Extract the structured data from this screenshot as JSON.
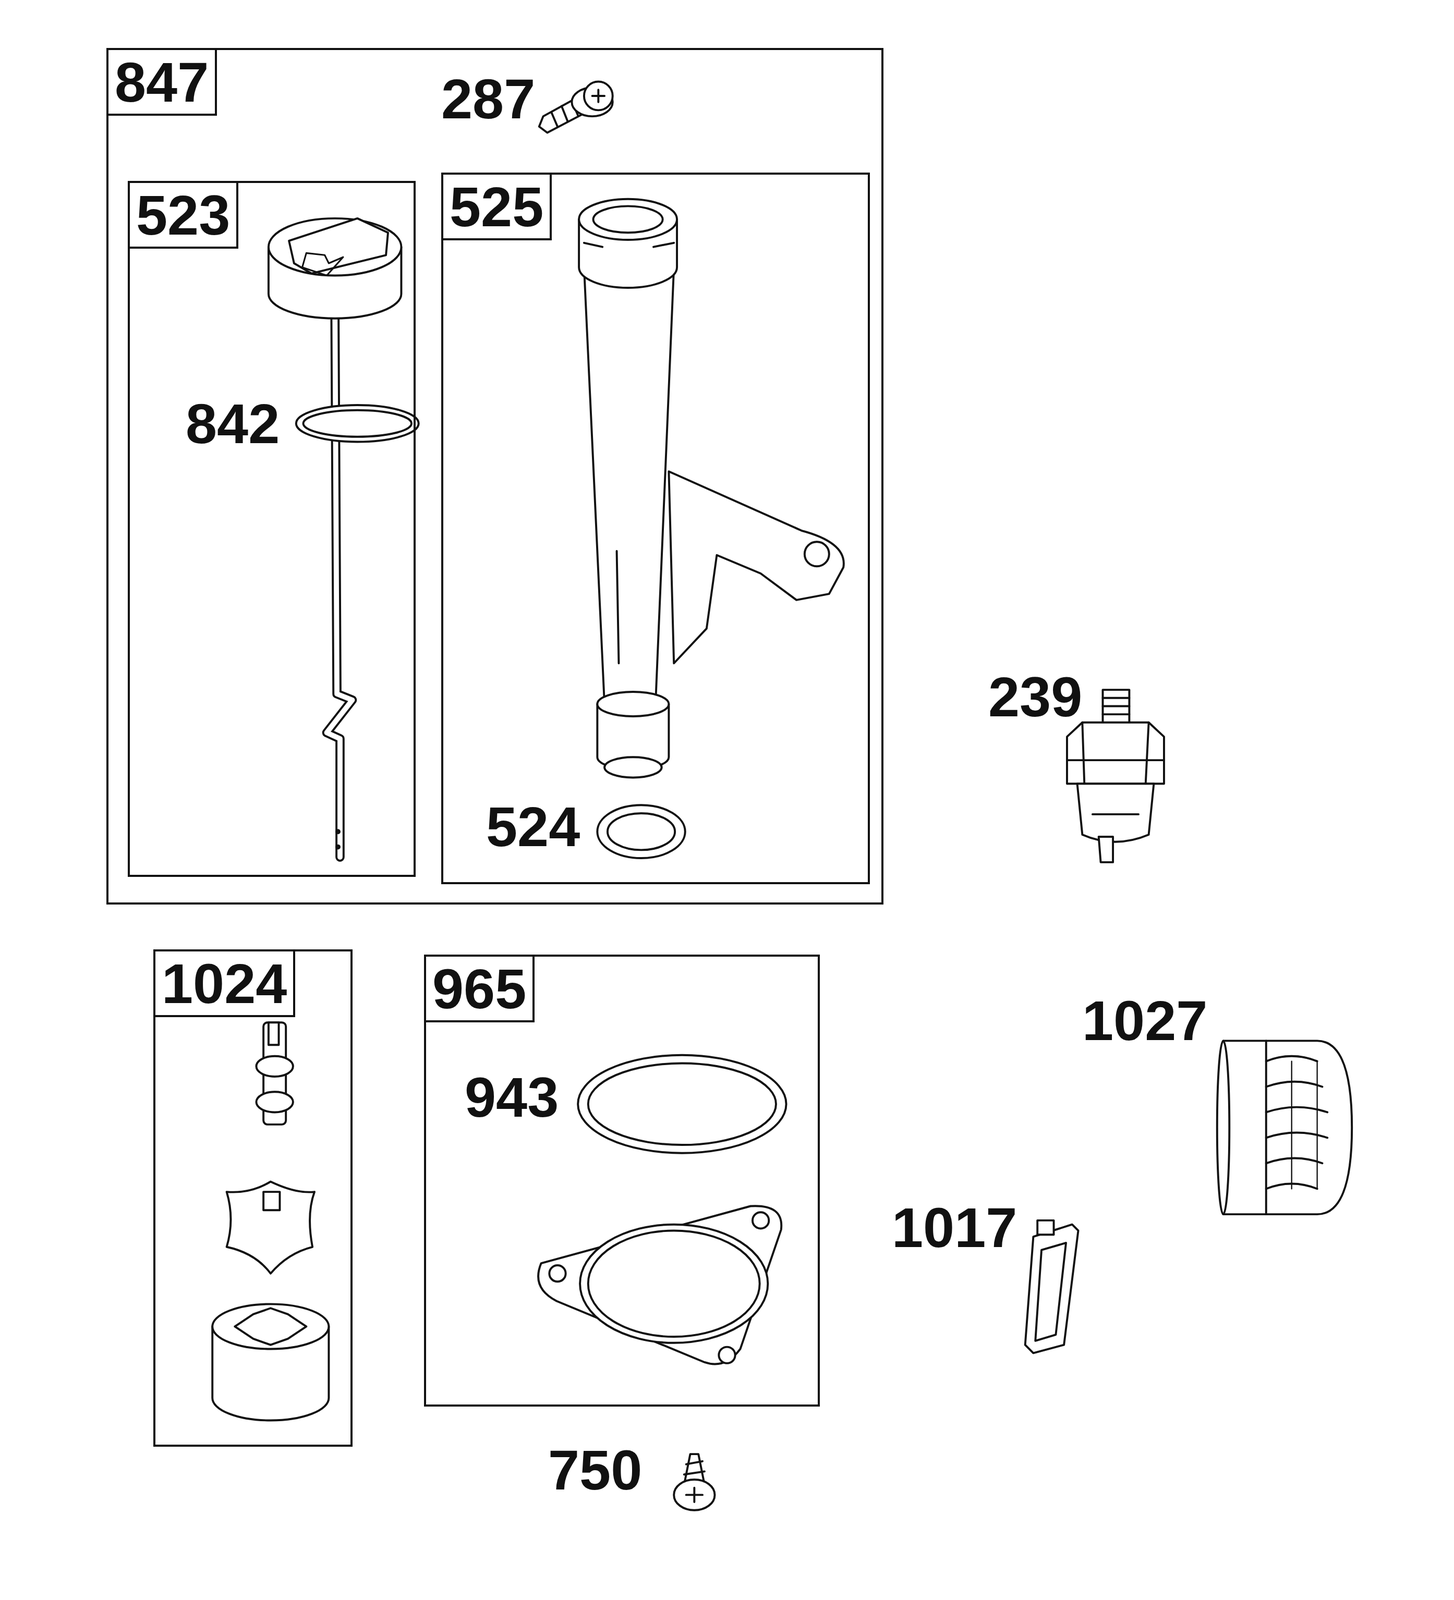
{
  "diagram": {
    "nodes": [
      {
        "text": [
          "847"
        ]
      },
      {
        "text": [
          "523"
        ],
        "in": 0
      },
      {
        "text": [
          "525"
        ],
        "in": 0
      },
      {
        "text": [
          "1024"
        ]
      },
      {
        "text": [
          "965"
        ]
      }
    ],
    "labels": [
      "287",
      "842",
      "524",
      "239",
      "1027",
      "943",
      "1017",
      "750"
    ]
  }
}
